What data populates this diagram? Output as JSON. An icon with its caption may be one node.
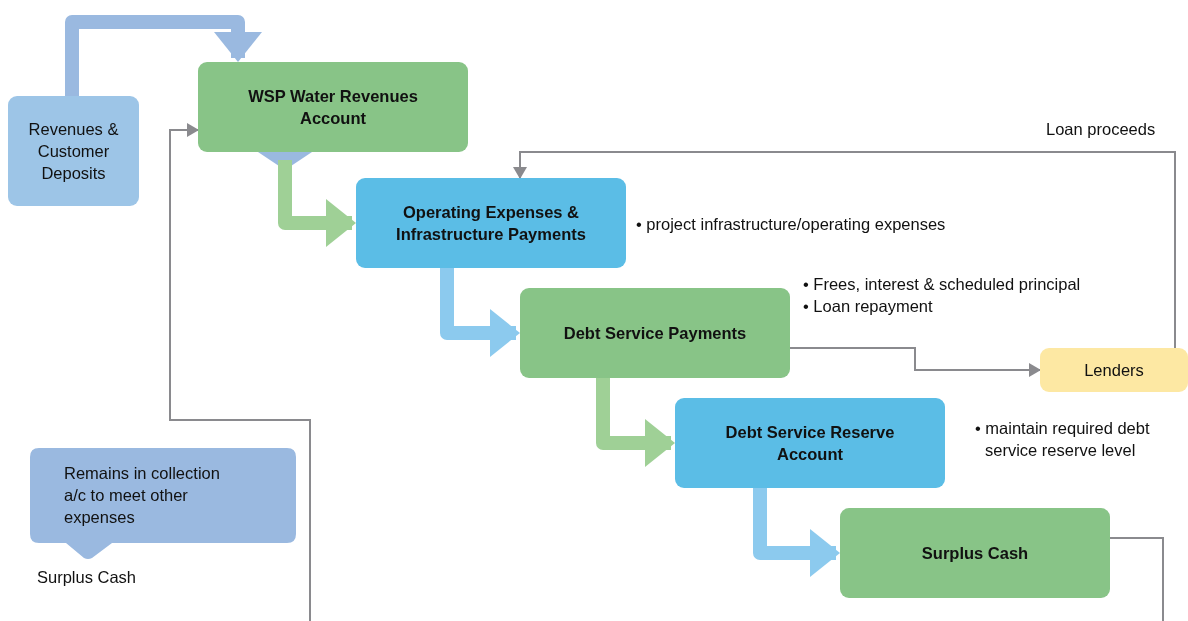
{
  "diagram": {
    "nodes": [
      {
        "text": [
          "Revenues & Customer Deposits"
        ]
      },
      {
        "text": [
          "WSP Water Revenues Account"
        ]
      },
      {
        "text": [
          "Operating Expenses & Infrastructure Payments"
        ],
        "beside": [
          "• project infrastructure/operating expenses"
        ]
      },
      {
        "text": [
          "Debt Service Payments"
        ],
        "beside": [
          "• Frees, interest & scheduled principal",
          "• Loan repayment"
        ]
      },
      {
        "text": [
          "Lenders"
        ]
      },
      {
        "text": [
          "Debt Service Reserve Account"
        ],
        "beside": [
          "• maintain required debt service reserve level"
        ]
      },
      {
        "text": [
          "Surplus Cash"
        ]
      },
      {
        "text": [
          "Remains in collection a/c to meet other expenses"
        ],
        "beside": [
          "Surplus Cash"
        ]
      }
    ],
    "edges": [
      {
        "from": 0,
        "to": 1,
        "arrow": "to",
        "color": "#9ab9e0"
      },
      {
        "from": 1,
        "to": 2,
        "arrow": "to",
        "color": "#9fd096"
      },
      {
        "from": 2,
        "to": 3,
        "arrow": "to",
        "color": "#8ccaee"
      },
      {
        "from": 3,
        "to": 5,
        "arrow": "to",
        "color": "#9fd096"
      },
      {
        "from": 5,
        "to": 6,
        "arrow": "to",
        "color": "#8ccaee"
      },
      {
        "from": 3,
        "to": 4,
        "arrow": "to",
        "color": "#8a8a8e"
      },
      {
        "from": 4,
        "to": 2,
        "arrow": "to",
        "label": "Loan proceeds",
        "color": "#8a8a8e"
      },
      {
        "from": 6,
        "to": 1,
        "arrow": "to",
        "color": "#8a8a8e"
      }
    ]
  }
}
